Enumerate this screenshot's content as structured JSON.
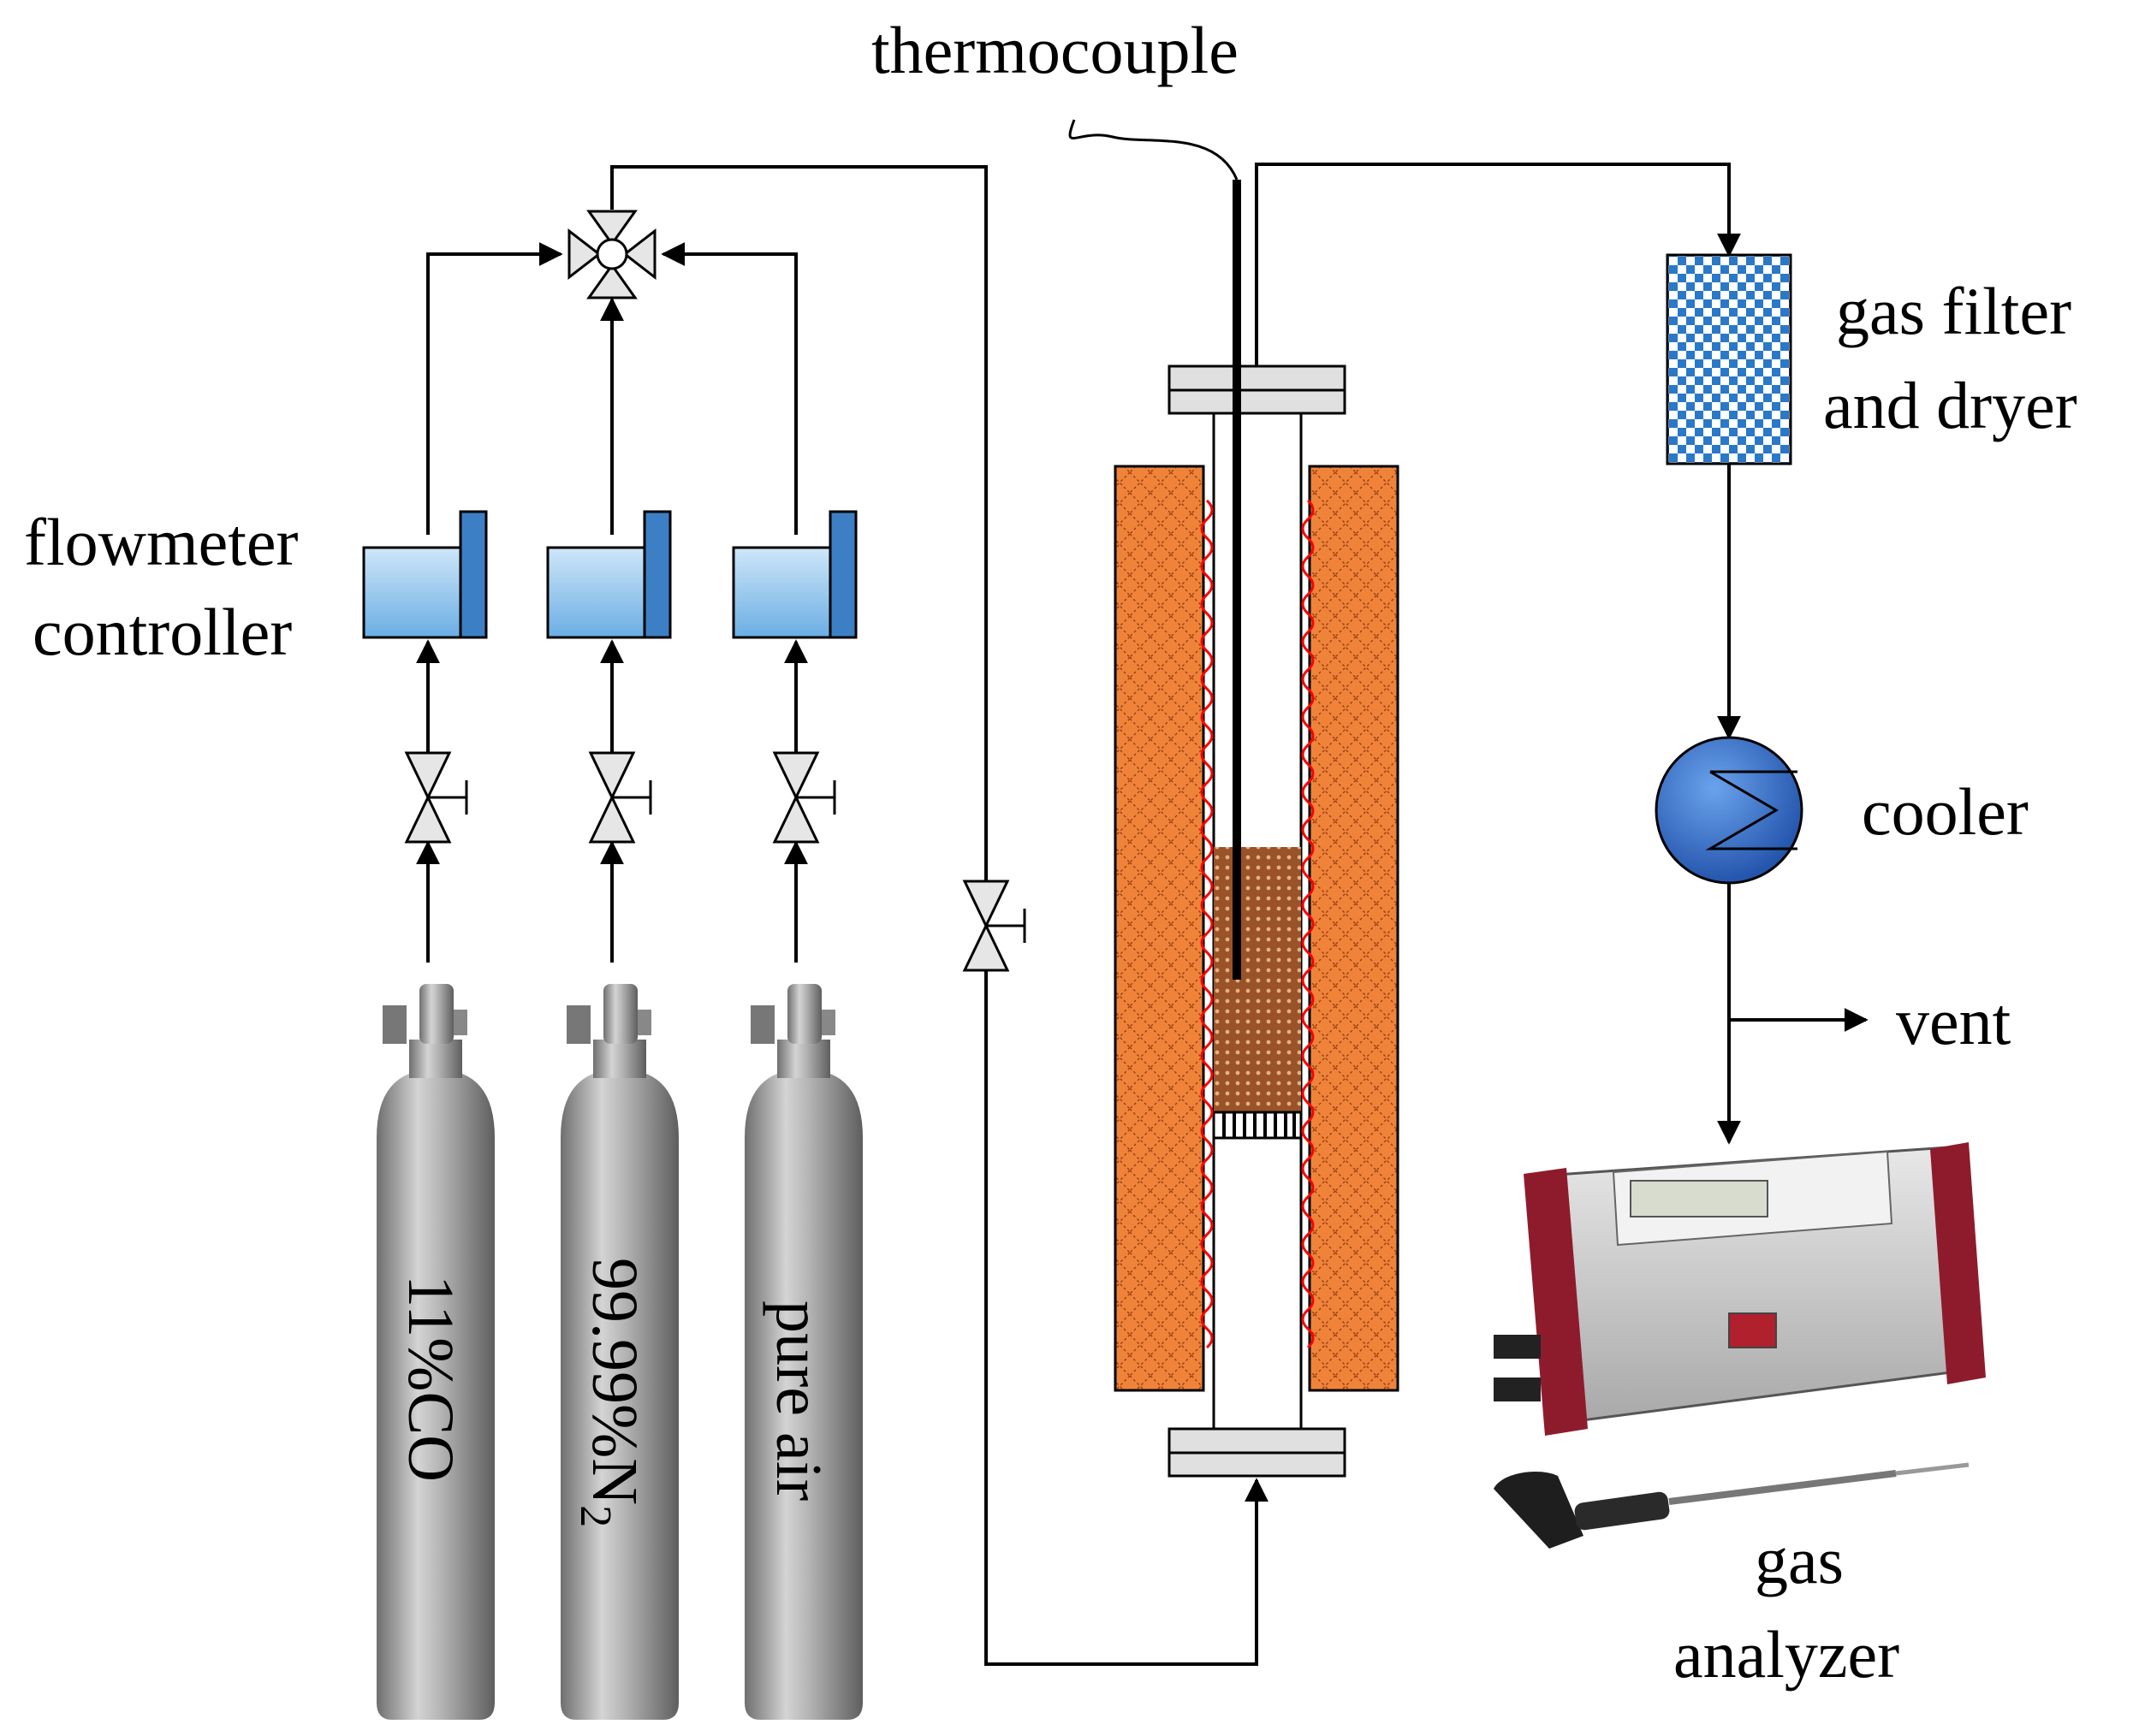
{
  "labels": {
    "thermocouple": "thermocouple",
    "flowmeter_line1": "flowmeter",
    "flowmeter_line2": "controller",
    "filter_line1": "gas filter",
    "filter_line2": "and dryer",
    "cooler": "cooler",
    "vent": "vent",
    "analyzer_line1": "gas",
    "analyzer_line2": "analyzer"
  },
  "cylinders": [
    {
      "main": "11%CO",
      "sub": ""
    },
    {
      "main": "99.99%N",
      "sub": "2"
    },
    {
      "main": "pure air",
      "sub": ""
    }
  ],
  "colors": {
    "flowmeter": "#8fc4ec",
    "furnace": "#f0833a",
    "heater_wire": "#ff0000",
    "sample_bed": "#9a5228",
    "cooler": "#2f6fce",
    "filter": "#2a78c8",
    "analyzer_frame": "#8e1b2c",
    "cylinder": "#9c9c9c"
  }
}
